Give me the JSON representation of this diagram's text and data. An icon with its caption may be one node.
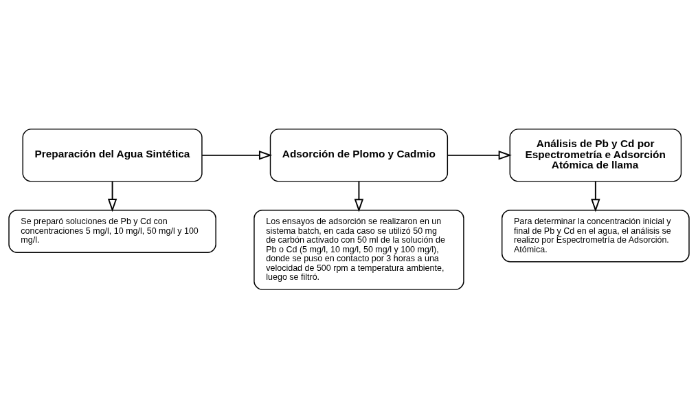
{
  "diagram": {
    "nodes": [
      {
        "text": [
          "Preparación del Agua Sintética"
        ]
      },
      {
        "text": [
          "Se preparó soluciones de Pb y Cd con concentraciones 5 mg/l, 10 mg/l, 50 mg/l y 100 mg/l."
        ]
      },
      {
        "text": [
          "Adsorción de Plomo y Cadmio"
        ]
      },
      {
        "text": [
          "Los ensayos de adsorción se realizaron en un sistema batch, en cada caso se utilizó 50 mg de carbón activado con 50 ml de la solución de Pb o Cd (5 mg/l, 10 mg/l, 50 mg/l y 100 mg/l), donde se puso en contacto por 3 horas a una velocidad de 500 rpm a temperatura ambiente, luego se filtró."
        ]
      },
      {
        "text": [
          "Análisis de Pb y Cd por Espectrometría e Adsorción Atómica de llama"
        ]
      },
      {
        "text": [
          "Para determinar la concentración inicial y final de Pb y Cd en el agua, el análisis se realizo por Espectrometría de Adsorción. Atómica."
        ]
      }
    ],
    "edges": [
      {
        "from": 0,
        "to": 1,
        "arrow": "to"
      },
      {
        "from": 0,
        "to": 2,
        "arrow": "to"
      },
      {
        "from": 2,
        "to": 3,
        "arrow": "to"
      },
      {
        "from": 2,
        "to": 4,
        "arrow": "to"
      },
      {
        "from": 4,
        "to": 5,
        "arrow": "to"
      }
    ]
  }
}
